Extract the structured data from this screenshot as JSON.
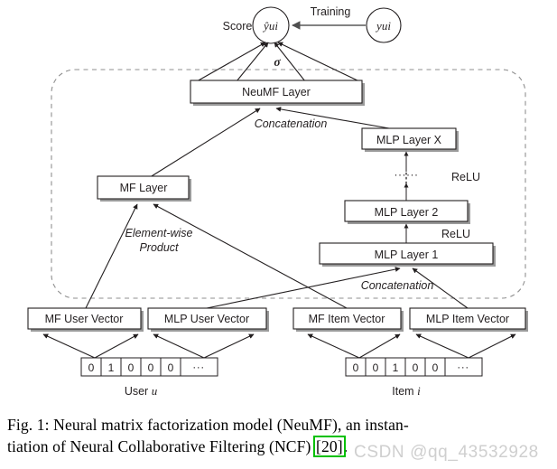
{
  "figure": {
    "top": {
      "score_label": "Score",
      "predicted_node": "ŷui",
      "training_label": "Training",
      "target_node": "yui",
      "sigma_label": "σ"
    },
    "layers": {
      "neumf": "NeuMF Layer",
      "mf": "MF Layer",
      "mlp_x": "MLP Layer X",
      "mlp_2": "MLP Layer 2",
      "mlp_1": "MLP Layer 1"
    },
    "annotations": {
      "concatenation_top": "Concatenation",
      "concatenation_bottom": "Concatenation",
      "element_wise_line1": "Element-wise",
      "element_wise_line2": "Product",
      "relu_upper": "ReLU",
      "relu_lower": "ReLU",
      "ellipsis": "······"
    },
    "embeddings": [
      {
        "label": "MF User Vector"
      },
      {
        "label": "MLP User Vector"
      },
      {
        "label": "MF Item Vector"
      },
      {
        "label": "MLP Item Vector"
      }
    ],
    "inputs": [
      {
        "name": "user-onehot",
        "cells": [
          "0",
          "1",
          "0",
          "0",
          "0"
        ],
        "tail": "···",
        "caption_text": "User ",
        "caption_symbol": "u"
      },
      {
        "name": "item-onehot",
        "cells": [
          "0",
          "0",
          "1",
          "0",
          "0"
        ],
        "tail": "···",
        "caption_text": "Item ",
        "caption_symbol": "i"
      }
    ]
  },
  "caption": {
    "line1": "Fig. 1: Neural matrix factorization model (NeuMF), an instan-",
    "line2_before": "tiation of Neural Collaborative Filtering (NCF) ",
    "line2_reference": "[20]",
    "line2_after": "."
  },
  "watermark": {
    "text": "CSDN @qq_43532928"
  },
  "colors": {
    "ink": "#231f20",
    "dashed_group": "#8f8f8f",
    "shadow": "#9a9a9a",
    "highlight_green": "#00c000",
    "watermark_gray": "#cfcfcf"
  }
}
